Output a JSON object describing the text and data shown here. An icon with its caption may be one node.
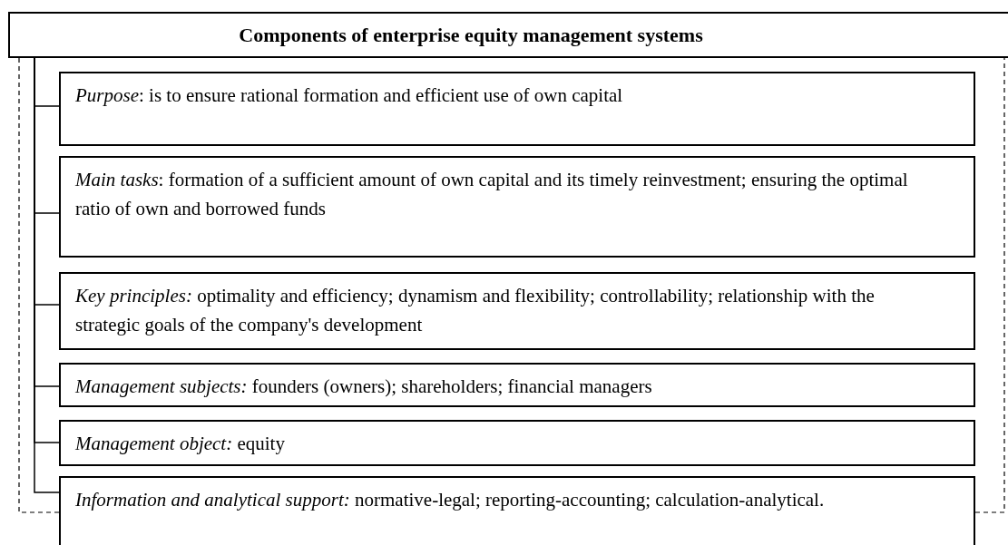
{
  "diagram": {
    "nodes": [
      {
        "text": [
          "Components of enterprise equity management systems"
        ]
      },
      {
        "text": [
          "*Purpose*: is to ensure rational formation and efficient use of own capital"
        ]
      },
      {
        "text": [
          "*Main tasks*: formation of a sufficient amount of own capital and its timely reinvestment; ensuring the optimal ratio of own and borrowed funds"
        ]
      },
      {
        "text": [
          "*Key principles:* optimality and efficiency; dynamism and flexibility; controllability; relationship with the strategic goals of the company's development"
        ]
      },
      {
        "text": [
          "*Management subjects:* founders (owners); shareholders; financial managers"
        ]
      },
      {
        "text": [
          "*Management object:* equity"
        ]
      },
      {
        "text": [
          "*Information and analytical support:* normative-legal; reporting-accounting; calculation-analytical."
        ]
      }
    ],
    "edges": [
      {
        "from": 0,
        "to": 1,
        "arrow": "none"
      },
      {
        "from": 0,
        "to": 2,
        "arrow": "none"
      },
      {
        "from": 0,
        "to": 3,
        "arrow": "none"
      },
      {
        "from": 0,
        "to": 4,
        "arrow": "none"
      },
      {
        "from": 0,
        "to": 5,
        "arrow": "none"
      },
      {
        "from": 0,
        "to": 6,
        "arrow": "none"
      }
    ]
  }
}
